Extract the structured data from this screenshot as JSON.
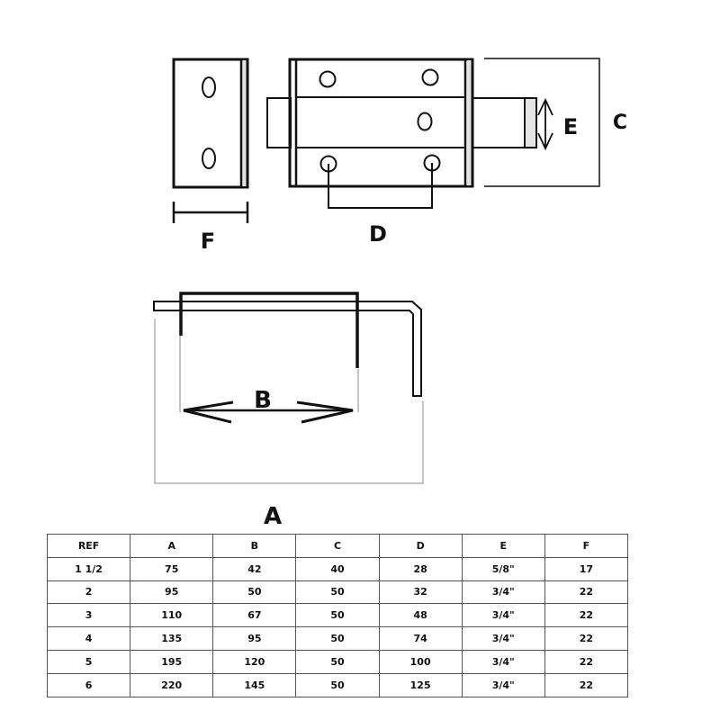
{
  "diagram": {
    "labels": {
      "A": "A",
      "B": "B",
      "C": "C",
      "D": "D",
      "E": "E",
      "F": "F"
    },
    "views": [
      "strike-plate-front",
      "bolt-body-front",
      "bolt-side-profile"
    ]
  },
  "table": {
    "headers": [
      "REF",
      "A",
      "B",
      "C",
      "D",
      "E",
      "F"
    ],
    "rows": [
      [
        "1 1/2",
        "75",
        "42",
        "40",
        "28",
        "5/8\"",
        "17"
      ],
      [
        "2",
        "95",
        "50",
        "50",
        "32",
        "3/4\"",
        "22"
      ],
      [
        "3",
        "110",
        "67",
        "50",
        "48",
        "3/4\"",
        "22"
      ],
      [
        "4",
        "135",
        "95",
        "50",
        "74",
        "3/4\"",
        "22"
      ],
      [
        "5",
        "195",
        "120",
        "50",
        "100",
        "3/4\"",
        "22"
      ],
      [
        "6",
        "220",
        "145",
        "50",
        "125",
        "3/4\"",
        "22"
      ]
    ]
  }
}
